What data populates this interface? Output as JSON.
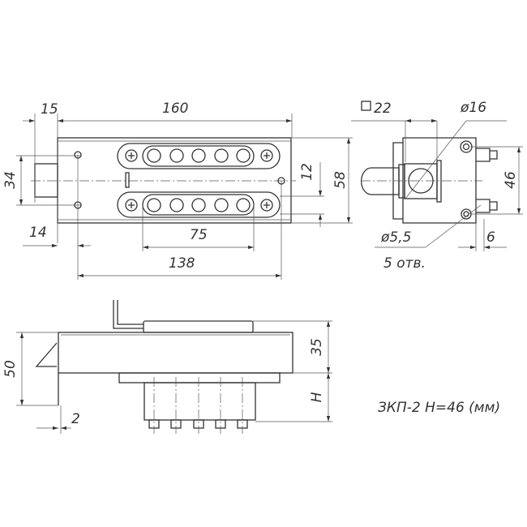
{
  "top_view": {
    "dims": {
      "d15": "15",
      "d160": "160",
      "d34": "34",
      "d14": "14",
      "d75": "75",
      "d138": "138",
      "d12": "12",
      "d58": "58"
    }
  },
  "end_view": {
    "dims": {
      "square": "22",
      "dia16": "ø16",
      "dia55": "ø5,5",
      "holes": "5 отв.",
      "d46": "46",
      "d6": "6"
    }
  },
  "side_view": {
    "dims": {
      "d50": "50",
      "d35": "35",
      "dH": "H",
      "d2": "2"
    }
  },
  "caption": "ЗКП-2 H=46 (мм)"
}
